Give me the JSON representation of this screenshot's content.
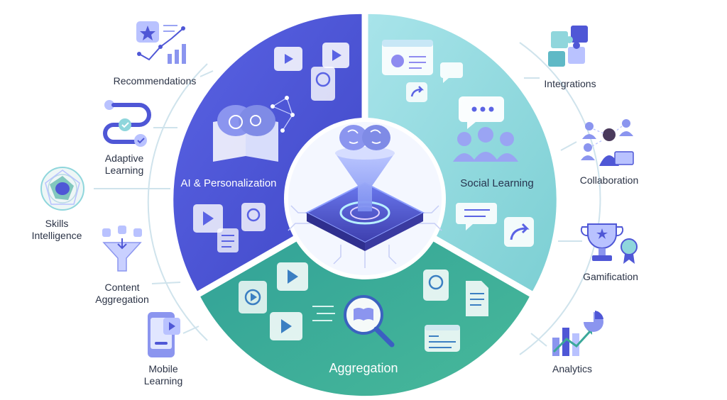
{
  "segments": {
    "ai": {
      "title": "AI & Personalization",
      "color": "#4f57d6"
    },
    "social": {
      "title": "Social Learning",
      "color": "#8fd6dc"
    },
    "aggregation": {
      "title": "Aggregation",
      "color": "#3ba89a"
    }
  },
  "left_features": [
    {
      "lines": [
        "Recommendations"
      ],
      "icon": "rating-chart-icon"
    },
    {
      "lines": [
        "Adaptive",
        "Learning"
      ],
      "icon": "adaptive-path-icon"
    },
    {
      "lines": [
        "Skills",
        "Intelligence"
      ],
      "icon": "skills-radar-icon"
    },
    {
      "lines": [
        "Content",
        "Aggregation"
      ],
      "icon": "funnel-icon"
    },
    {
      "lines": [
        "Mobile",
        "Learning"
      ],
      "icon": "mobile-phone-icon"
    }
  ],
  "right_features": [
    {
      "lines": [
        "Integrations"
      ],
      "icon": "puzzle-icon"
    },
    {
      "lines": [
        "Collaboration"
      ],
      "icon": "team-laptop-icon"
    },
    {
      "lines": [
        "Gamification"
      ],
      "icon": "trophy-icon"
    },
    {
      "lines": [
        "Analytics"
      ],
      "icon": "bar-chart-icon"
    }
  ],
  "center": {
    "icon": "brain-funnel-chip-icon"
  }
}
